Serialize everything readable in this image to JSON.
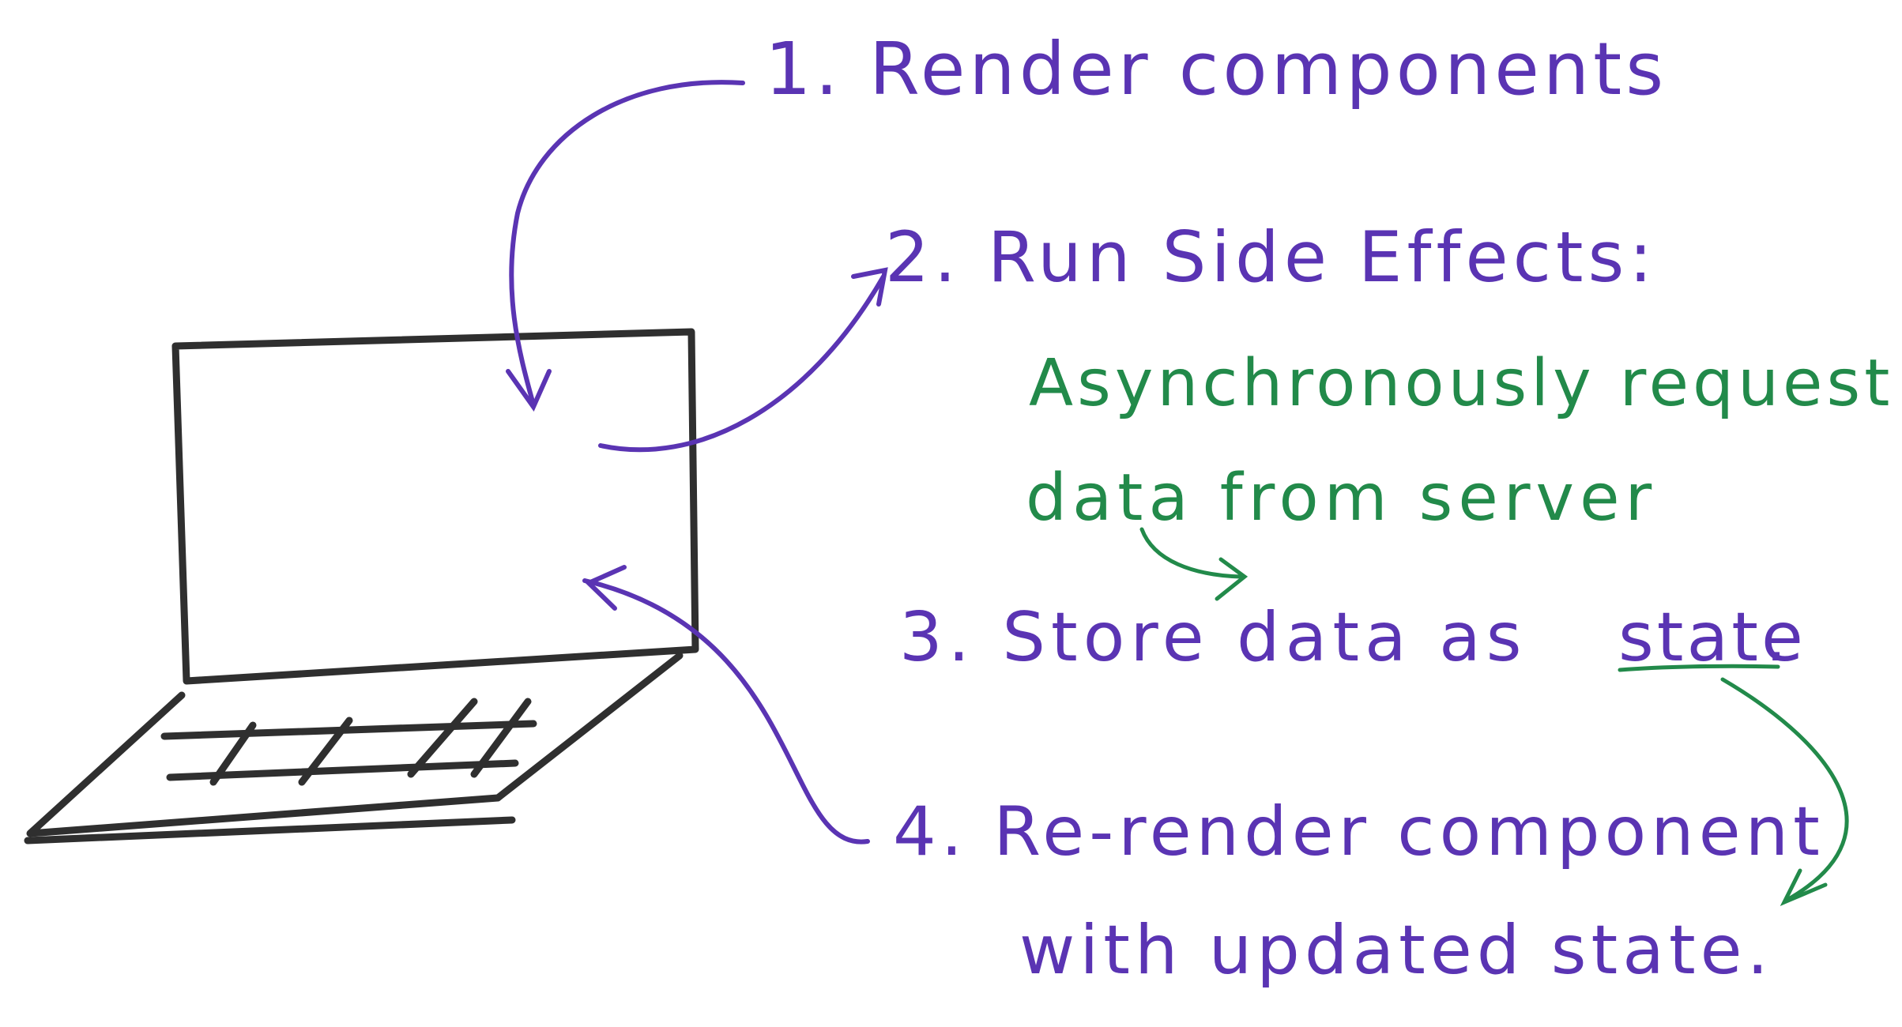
{
  "steps": {
    "step1": "1. Render components",
    "step2": "2. Run Side Effects:",
    "step2_note_line1": "Asynchronously request",
    "step2_note_line2": "data from server",
    "step3_prefix": "3. Store data as",
    "step3_word": "state",
    "step3_period": ".",
    "step4_line1": "4. Re-render component",
    "step4_line2": "with updated state."
  },
  "colors": {
    "purple": "#5a34b3",
    "green": "#228a4a",
    "laptop": "#2f2f2f"
  }
}
